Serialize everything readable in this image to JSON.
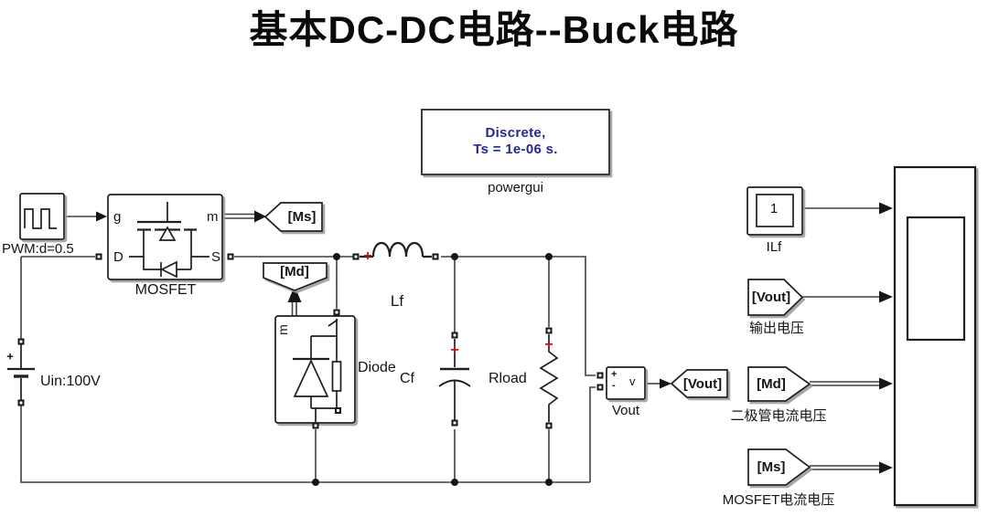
{
  "title": "基本DC-DC电路--Buck电路",
  "colors": {
    "wire": "#3f3f3f",
    "ink": "#1f1f1f",
    "polarity": "#c41212",
    "powergui_ink": "#26269c",
    "bg": "#ffffff"
  },
  "powergui": {
    "line1": "Discrete,",
    "line2": "Ts = 1e-06 s.",
    "label": "powergui"
  },
  "pwm": {
    "label": "PWM:d=0.5"
  },
  "mosfet": {
    "label": "MOSFET",
    "port_g": "g",
    "port_m": "m",
    "port_d": "D",
    "port_s": "S"
  },
  "diode": {
    "label": "Diode",
    "port_m": "m"
  },
  "source": {
    "label": "Uin:100V",
    "plus": "+"
  },
  "lf": {
    "label": "Lf",
    "plus": "+"
  },
  "cf": {
    "label": "Cf",
    "plus": "+"
  },
  "rload": {
    "label": "Rload",
    "plus": "+"
  },
  "vmeter": {
    "label": "Vout",
    "plus": "+",
    "minus": "-",
    "v": "v"
  },
  "goto_tags": {
    "ms": "[Ms]",
    "md": "[Md]",
    "vout": "[Vout]"
  },
  "from_tags": {
    "vout": {
      "tag": "[Vout]",
      "label": "输出电压"
    },
    "md": {
      "tag": "[Md]",
      "label": "二极管电流电压"
    },
    "ms": {
      "tag": "[Ms]",
      "label": "MOSFET电流电压"
    }
  },
  "ilf": {
    "value": "1",
    "label": "ILf"
  }
}
